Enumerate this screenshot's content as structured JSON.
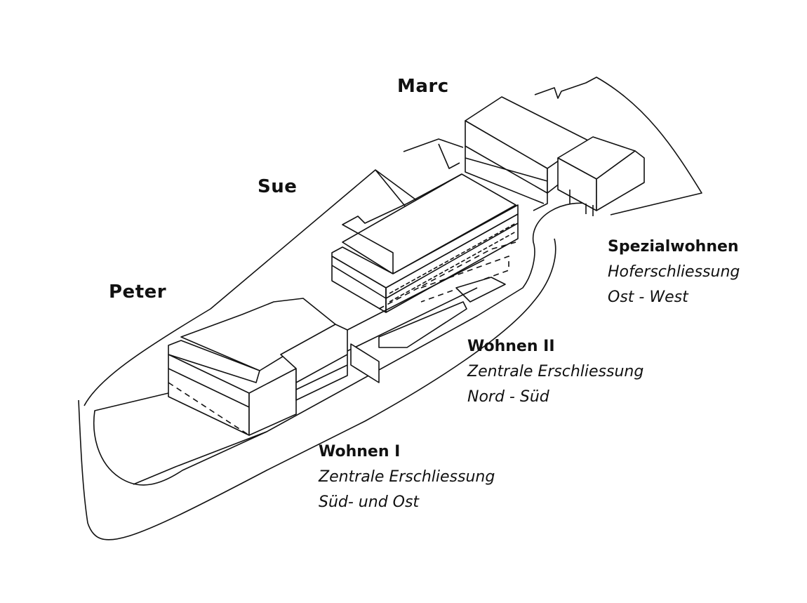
{
  "buildings": {
    "marc": "Marc",
    "sue": "Sue",
    "peter": "Peter"
  },
  "zones": [
    {
      "title": "Spezialwohnen",
      "line1": "Hoferschliessung",
      "line2": "Ost - West"
    },
    {
      "title": "Wohnen II",
      "line1": "Zentrale Erschliessung",
      "line2": "Nord - Süd"
    },
    {
      "title": "Wohnen I",
      "line1": "Zentrale Erschliessung",
      "line2": "Süd- und Ost"
    }
  ],
  "colors": {
    "line": "#111111",
    "background": "#ffffff"
  }
}
